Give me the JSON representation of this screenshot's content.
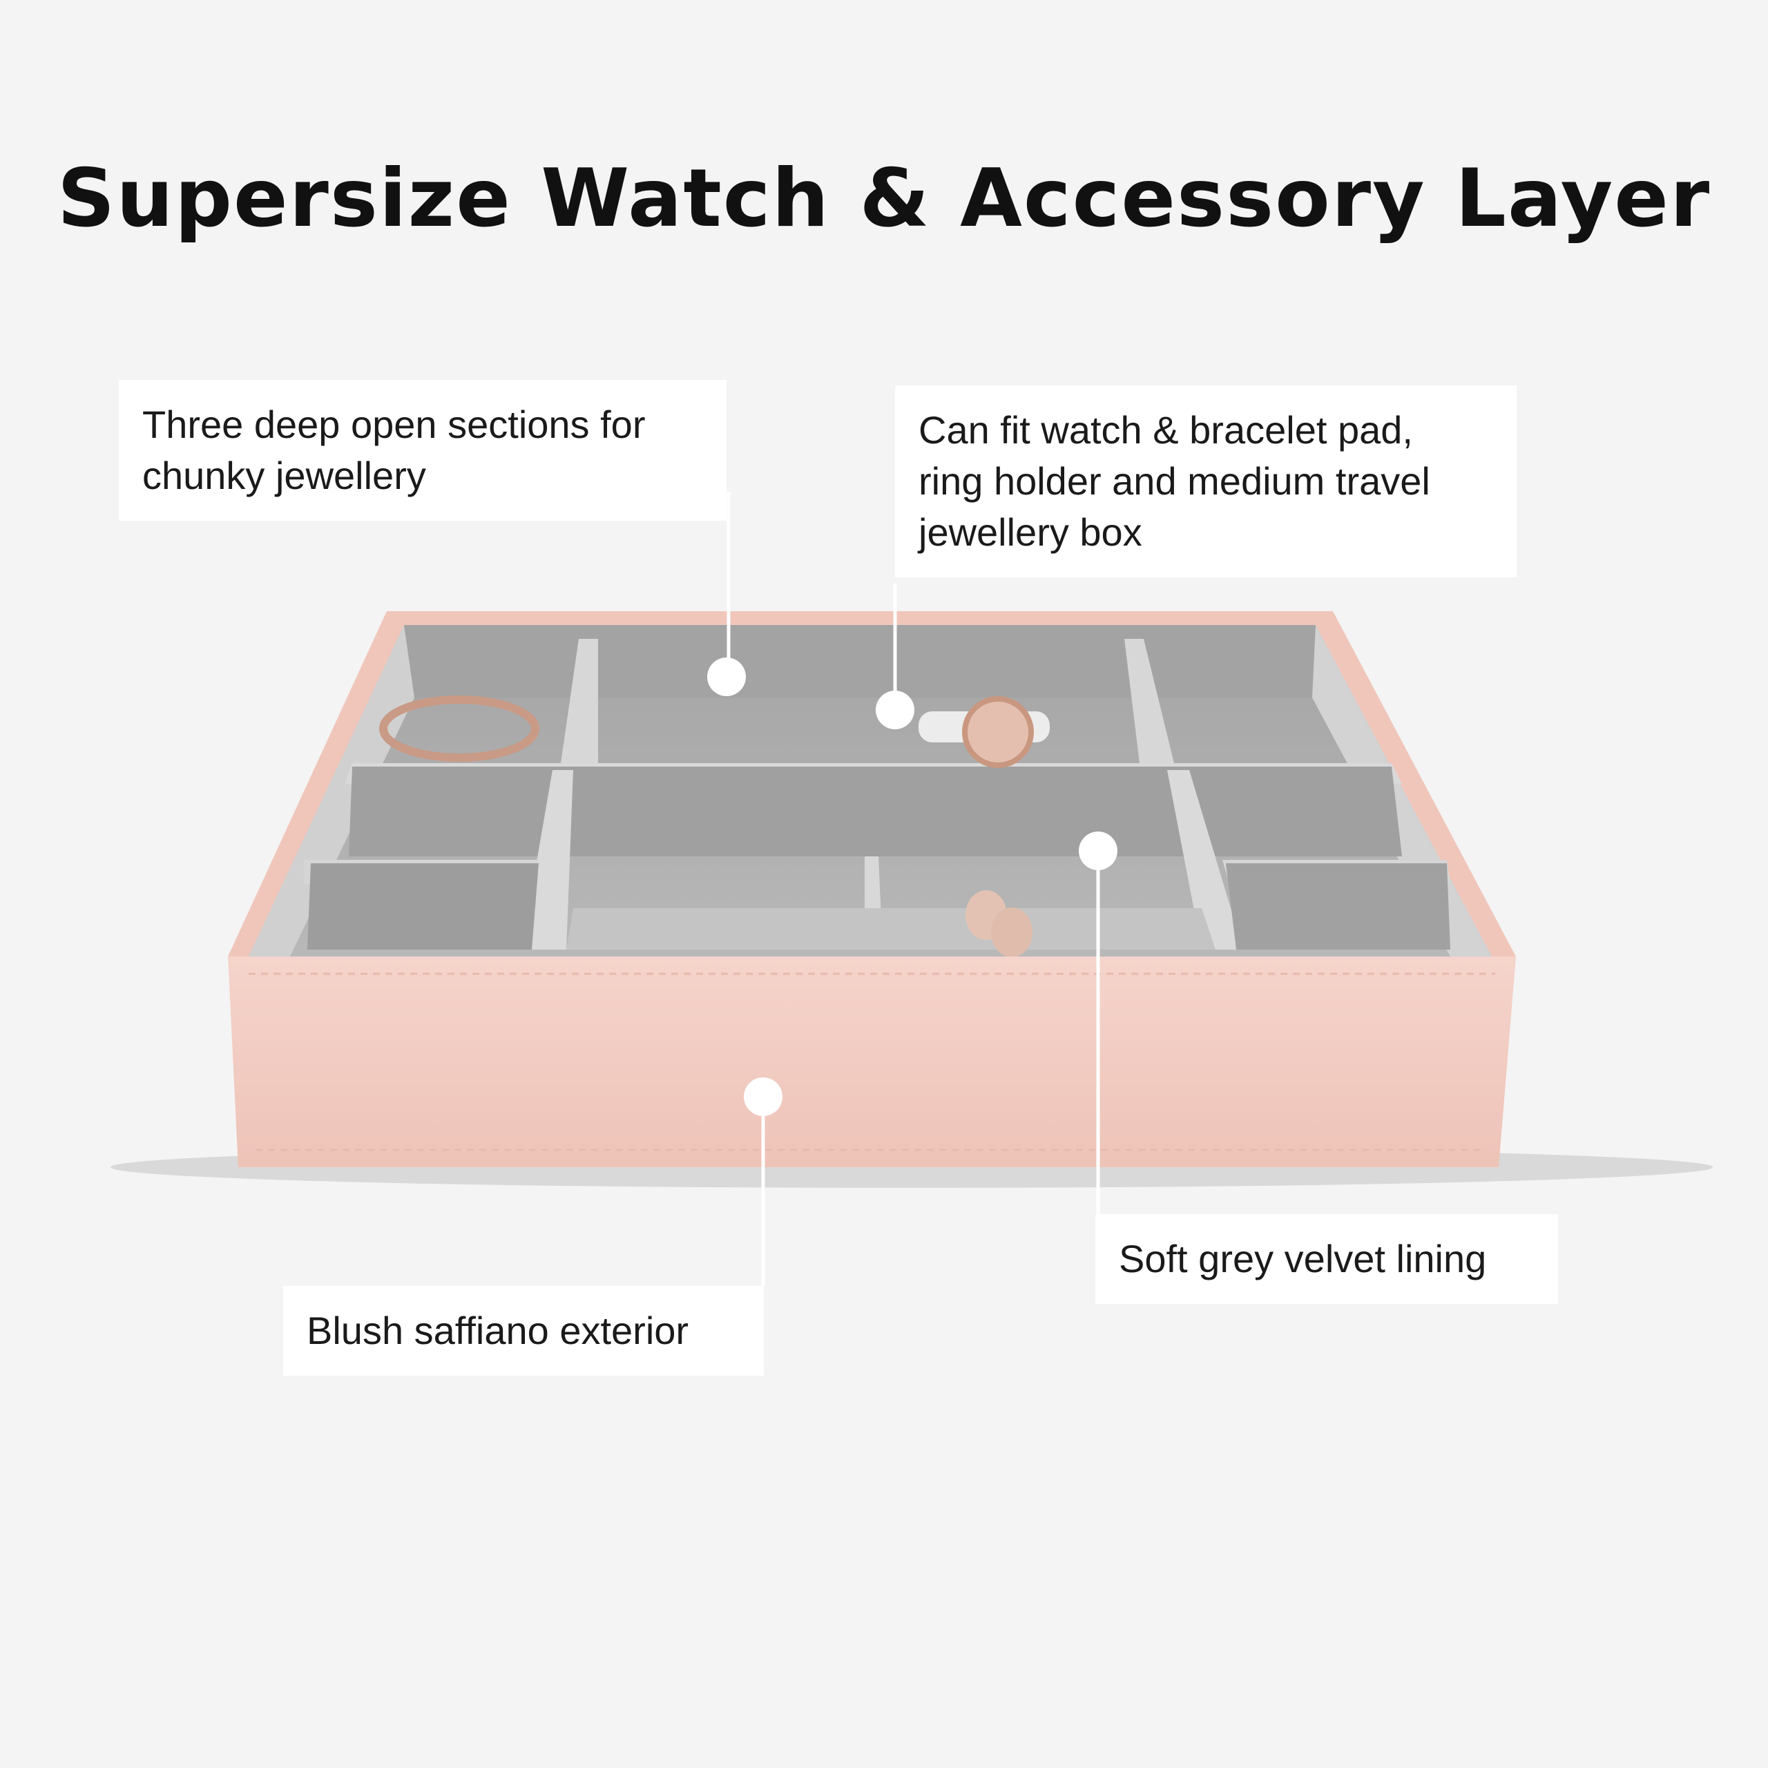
{
  "title": "Supersize Watch & Accessory Layer",
  "callouts": {
    "sections": {
      "lines": [
        "Three deep open sections for",
        "chunky jewellery"
      ]
    },
    "fit": {
      "lines": [
        "Can fit watch & bracelet pad,",
        "ring holder and medium travel",
        "jewellery box"
      ]
    },
    "lining": {
      "lines": [
        "Soft grey velvet lining"
      ]
    },
    "exterior": {
      "lines": [
        "Blush saffiano exterior"
      ]
    }
  },
  "colors": {
    "background": "#f4f4f4",
    "blush": "#f2cdc3",
    "velvet": "#9c9c9c",
    "velvet_light": "#c9c9c9",
    "text": "#1a1a1a"
  }
}
